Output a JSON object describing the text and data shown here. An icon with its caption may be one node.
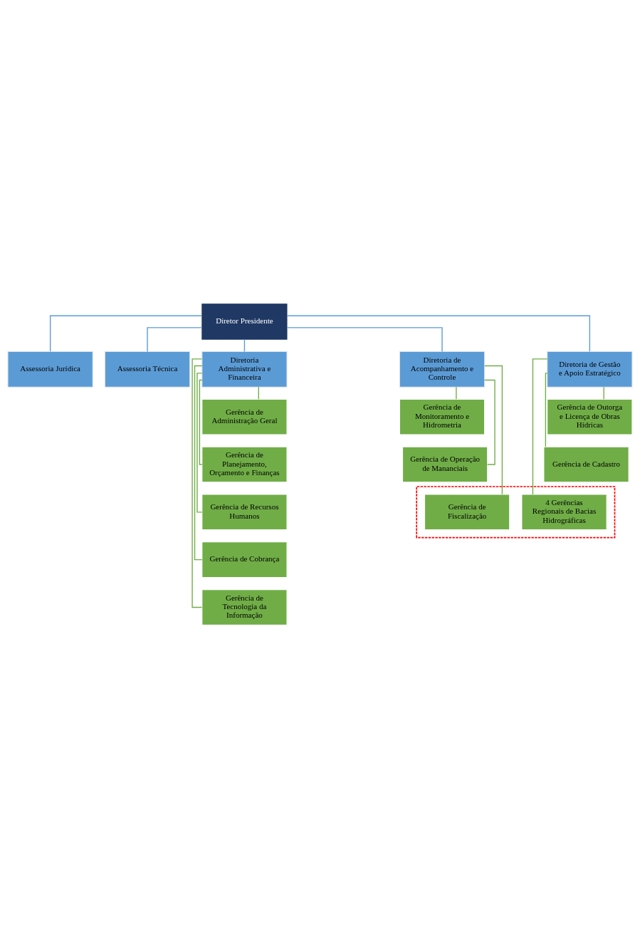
{
  "diagram": {
    "nodes": [
      {
        "text": [
          "Diretor Presidente"
        ]
      },
      {
        "text": [
          "Assessoria Jurídica"
        ]
      },
      {
        "text": [
          "Assessoria Técnica"
        ]
      },
      {
        "text": [
          "Diretoria Administrativa e Financeira"
        ]
      },
      {
        "text": [
          "Diretoria de Acompanhamento e Controle"
        ]
      },
      {
        "text": [
          "Diretoria de Gestão e Apoio Estratégico"
        ]
      },
      {
        "text": [
          "Gerência de Administração Geral"
        ]
      },
      {
        "text": [
          "Gerência de Monitoramento e Hidrometria"
        ]
      },
      {
        "text": [
          "Gerência de Outorga e Licença de Obras Hídricas"
        ]
      },
      {
        "text": [
          "Gerência de Planejamento, Orçamento e Finanças"
        ]
      },
      {
        "text": [
          "Gerência de Operação de Mananciais"
        ]
      },
      {
        "text": [
          "Gerência de Cadastro"
        ]
      },
      {
        "text": [
          "Gerência de Recursos Humanos"
        ]
      },
      {
        "text": [],
        "shape": "box"
      },
      {
        "text": [
          "Gerência de Fiscalização"
        ],
        "in": 13
      },
      {
        "text": [
          "4 Gerências Regionais de Bacias Hidrográficas"
        ],
        "in": 13
      },
      {
        "text": [
          "Gerência de Cobrança"
        ]
      },
      {
        "text": [
          "Gerência de Tecnologia da Informação"
        ]
      }
    ],
    "edges": [
      {
        "from": 0,
        "to": 1,
        "arrow": "none",
        "color": "#5b9bd5"
      },
      {
        "from": 0,
        "to": 2,
        "arrow": "none",
        "color": "#5b9bd5"
      },
      {
        "from": 0,
        "to": 3,
        "arrow": "none",
        "color": "#5b9bd5"
      },
      {
        "from": 0,
        "to": 4,
        "arrow": "none",
        "color": "#5b9bd5"
      },
      {
        "from": 0,
        "to": 5,
        "arrow": "none",
        "color": "#5b9bd5"
      },
      {
        "from": 3,
        "to": 6,
        "arrow": "none"
      },
      {
        "from": 3,
        "to": 9,
        "arrow": "none"
      },
      {
        "from": 3,
        "to": 12,
        "arrow": "none"
      },
      {
        "from": 3,
        "to": 16,
        "arrow": "none"
      },
      {
        "from": 3,
        "to": 17,
        "arrow": "none"
      },
      {
        "from": 4,
        "to": 7,
        "arrow": "none"
      },
      {
        "from": 4,
        "to": 10,
        "arrow": "none"
      },
      {
        "from": 4,
        "to": 14,
        "arrow": "none"
      },
      {
        "from": 5,
        "to": 8,
        "arrow": "none"
      },
      {
        "from": 5,
        "to": 11,
        "arrow": "none"
      },
      {
        "from": 5,
        "to": 15,
        "arrow": "none"
      }
    ]
  }
}
